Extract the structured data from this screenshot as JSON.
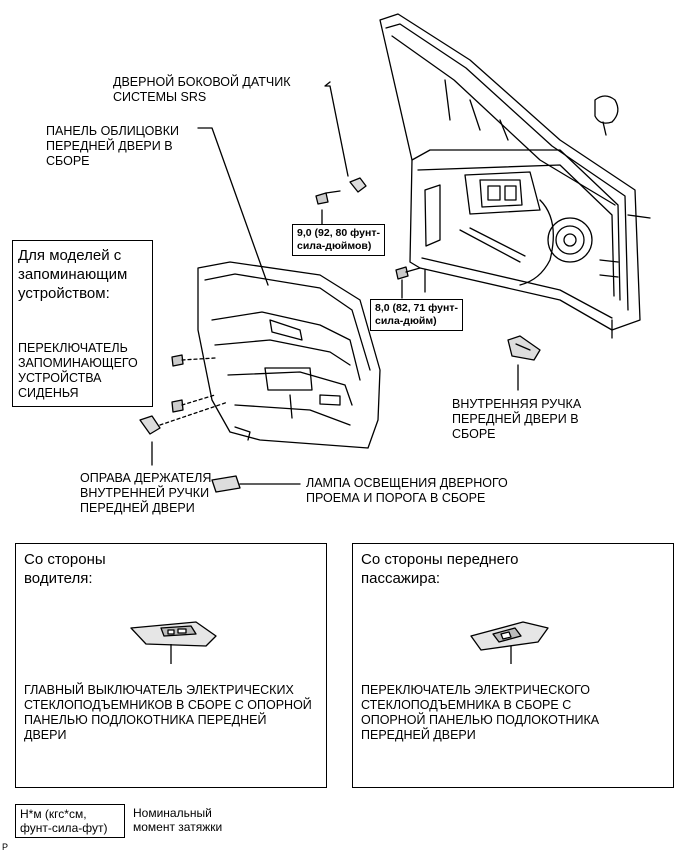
{
  "labels": {
    "srs_sensor": "ДВЕРНОЙ БОКОВОЙ ДАТЧИК\nСИСТЕМЫ SRS",
    "door_trim": "ПАНЕЛЬ ОБЛИЦОВКИ\nПЕРЕДНЕЙ ДВЕРИ В\nСБОРЕ",
    "memory_models": "Для моделей с\nзапоминающим\nустройством:",
    "memory_switch": "ПЕРЕКЛЮЧАТЕЛЬ\nЗАПОМИНАЮЩЕГО\nУСТРОЙСТВА\nСИДЕНЬЯ",
    "inner_handle": "ВНУТРЕННЯЯ РУЧКА\nПЕРЕДНЕЙ ДВЕРИ В\nСБОРЕ",
    "handle_bezel": "ОПРАВА ДЕРЖАТЕЛЯ\nВНУТРЕННЕЙ РУЧКИ\nПЕРЕДНЕЙ ДВЕРИ",
    "courtesy_lamp": "ЛАМПА ОСВЕЩЕНИЯ ДВЕРНОГО\nПРОЕМА И ПОРОГА В СБОРЕ"
  },
  "torques": {
    "t1": "9,0 (92, 80 фунт-\nсила-дюймов)",
    "t2": "8,0 (82, 71 фунт-\nсила-дюйм)"
  },
  "driver_panel": {
    "title": "Со стороны\nводителя:",
    "part": "ГЛАВНЫЙ ВЫКЛЮЧАТЕЛЬ ЭЛЕКТРИЧЕСКИХ\nСТЕКЛОПОДЪЕМНИКОВ В СБОРЕ С ОПОРНОЙ\nПАНЕЛЬЮ ПОДЛОКОТНИКА ПЕРЕДНЕЙ\nДВЕРИ"
  },
  "passenger_panel": {
    "title": "Со стороны переднего\nпассажира:",
    "part": "ПЕРЕКЛЮЧАТЕЛЬ ЭЛЕКТРИЧЕСКОГО\nСТЕКЛОПОДЪЕМНИКА В СБОРЕ С\nОПОРНОЙ ПАНЕЛЬЮ ПОДЛОКОТНИКА\nПЕРЕДНЕЙ ДВЕРИ"
  },
  "legend": {
    "unit": "Н*м (кгс*см,\nфунт-сила-фут)",
    "meaning": "Номинальный\nмомент затяжки"
  },
  "corner_code": "P"
}
